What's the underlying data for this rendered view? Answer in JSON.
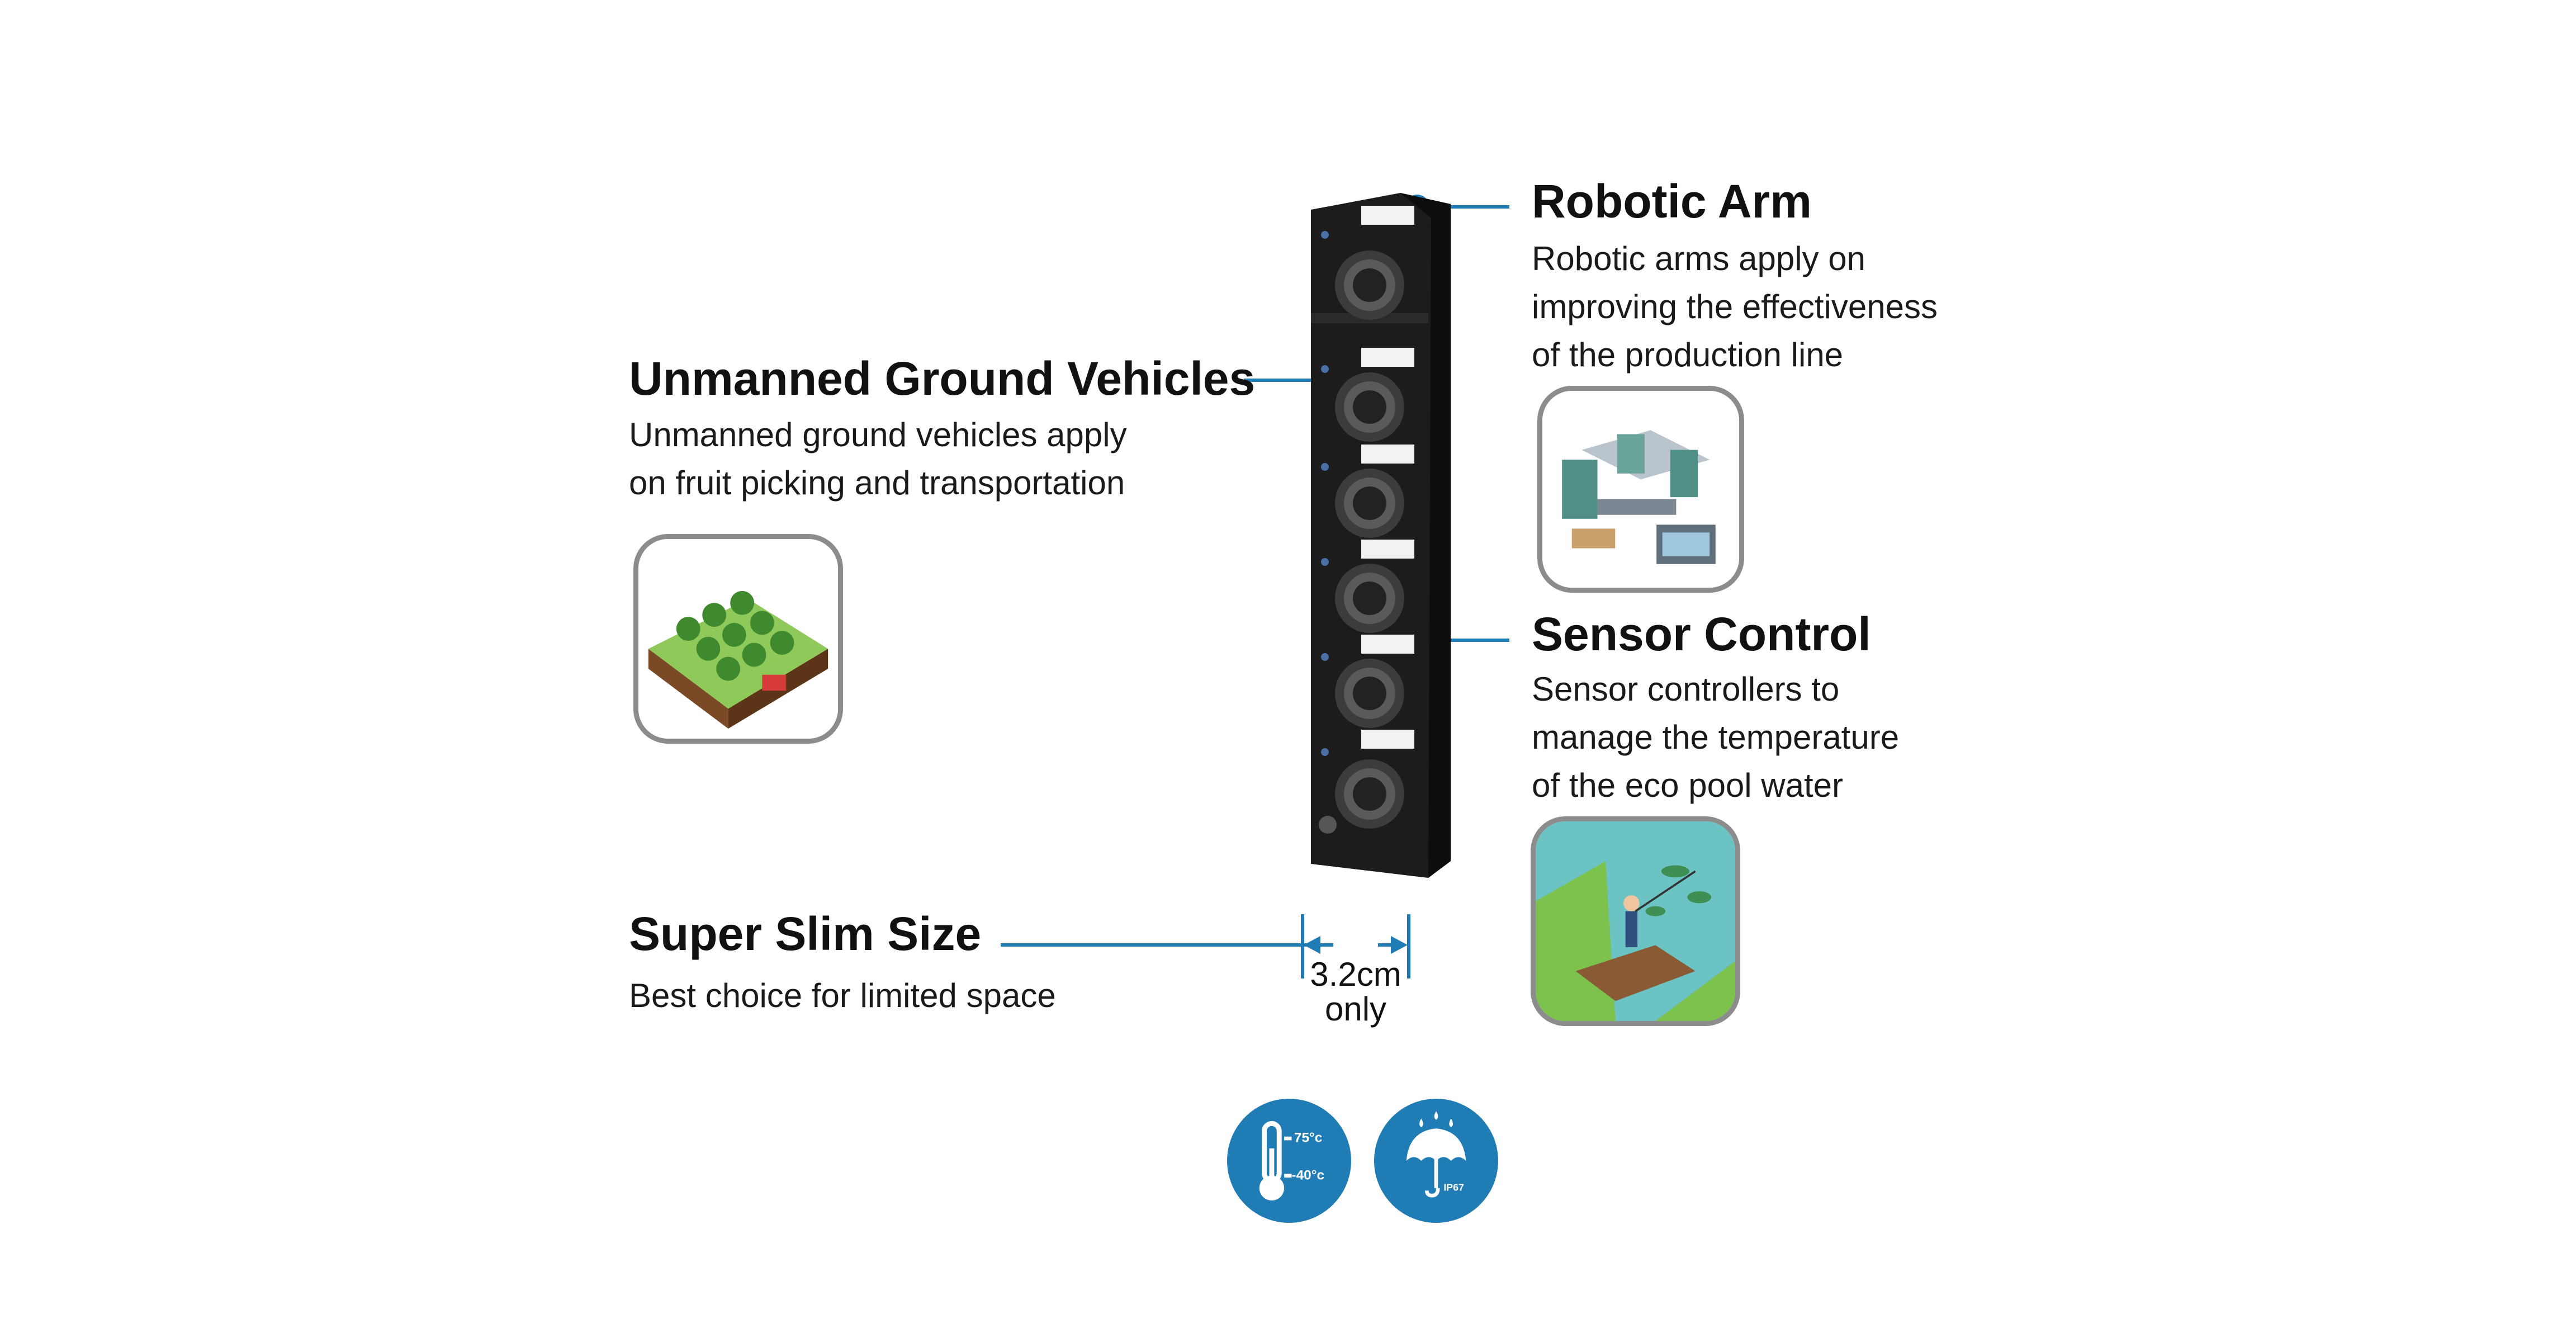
{
  "features": {
    "robotic_arm": {
      "title": "Robotic Arm",
      "desc": [
        "Robotic arms apply on",
        "improving the effectiveness",
        "of the production  line"
      ]
    },
    "ugv": {
      "title": "Unmanned Ground Vehicles",
      "desc": [
        "Unmanned ground vehicles apply",
        "on fruit picking and transportation"
      ]
    },
    "sensor": {
      "title": "Sensor Control",
      "desc": [
        "Sensor controllers to",
        "manage the temperature",
        "of the eco pool water"
      ]
    },
    "slim": {
      "title": "Super Slim Size",
      "desc": [
        "Best choice for limited space"
      ]
    }
  },
  "dimension": {
    "value": "3.2cm",
    "note": "only"
  },
  "badges": {
    "temperature": {
      "icon": "thermometer-icon",
      "max": "75°c",
      "min": "-40°c"
    },
    "waterproof": {
      "icon": "umbrella-rain-icon",
      "rating": "IP67"
    }
  },
  "colors": {
    "accent": "#1f7cb4",
    "device": "#1c1c1c",
    "frame": "#8c8c8c"
  }
}
